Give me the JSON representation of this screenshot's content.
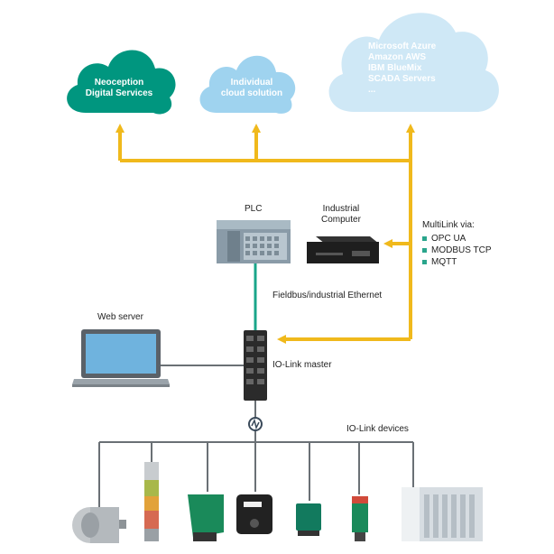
{
  "clouds": {
    "neoception": {
      "line1": "Neoception",
      "line2": "Digital Services"
    },
    "individual": {
      "line1": "Individual",
      "line2": "cloud solution"
    },
    "providers": [
      "Microsoft Azure",
      "Amazon AWS",
      "IBM BlueMix",
      "SCADA Servers",
      "..."
    ]
  },
  "labels": {
    "plc": "PLC",
    "industrial_computer_1": "Industrial",
    "industrial_computer_2": "Computer",
    "multilink_title": "MultiLink via:",
    "fieldbus": "Fieldbus/industrial Ethernet",
    "web_server": "Web server",
    "iolink_master": "IO-Link master",
    "iolink_devices": "IO-Link devices"
  },
  "multilink_protocols": [
    "OPC UA",
    "MODBUS TCP",
    "MQTT"
  ],
  "colors": {
    "teal": "#00967f",
    "light_blue": "#9fd3ef",
    "pale_blue": "#cfe8f6",
    "arrow_yellow": "#f0b91c",
    "line_green": "#1aa58a",
    "line_gray": "#6a7075"
  },
  "icons": [
    "motor-icon",
    "signal-tower-icon",
    "sensor-icon",
    "rfid-reader-icon",
    "proximity-sensor-icon",
    "photoelectric-sensor-icon",
    "valve-terminal-icon"
  ]
}
